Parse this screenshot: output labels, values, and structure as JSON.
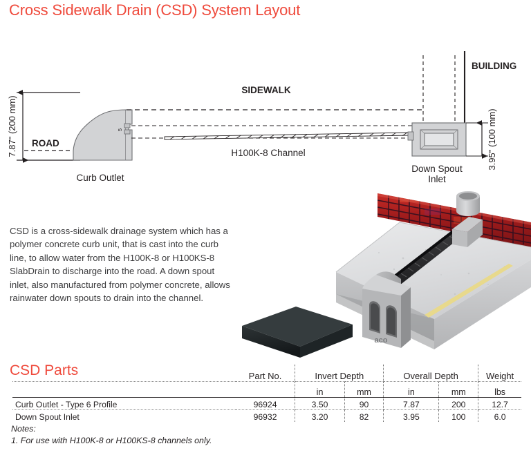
{
  "title": "Cross Sidewalk Drain (CSD) System Layout",
  "colors": {
    "accent_red": "#ef4a3c",
    "text": "#231f20",
    "concrete_gray": "#d2d3d5",
    "brick_red": "#b41f20"
  },
  "schematic": {
    "left_dimension": "7.87\" (200 mm)",
    "right_dimension": "3.95\" (100 mm)",
    "road_label": "ROAD",
    "sidewalk_label": "SIDEWALK",
    "building_label": "BUILDING",
    "channel_label": "H100K-8 Channel",
    "curb_outlet_label": "Curb Outlet",
    "downspout_label_line1": "Down Spout",
    "downspout_label_line2": "Inlet",
    "inner_dimension": "5"
  },
  "description": "CSD is a cross-sidewalk drainage system which has a polymer concrete curb unit, that is cast into the curb line, to allow water from the H100K-8 or H100KS-8 SlabDrain to discharge into the road. A down spout inlet, also manufactured from polymer concrete, allows rainwater down spouts to drain into the channel.",
  "render": {
    "brand_mark": "aco"
  },
  "parts": {
    "heading": "CSD Parts",
    "headers": {
      "name": "",
      "part_no": "Part No.",
      "invert_depth": "Invert Depth",
      "overall_depth": "Overall Depth",
      "weight": "Weight"
    },
    "units": {
      "invert_in": "in",
      "invert_mm": "mm",
      "overall_in": "in",
      "overall_mm": "mm",
      "weight_lbs": "lbs"
    },
    "rows": [
      {
        "name": "Curb Outlet - Type 6 Profile",
        "part_no": "96924",
        "invert_in": "3.50",
        "invert_mm": "90",
        "overall_in": "7.87",
        "overall_mm": "200",
        "weight_lbs": "12.7"
      },
      {
        "name": "Down Spout Inlet",
        "part_no": "96932",
        "invert_in": "3.20",
        "invert_mm": "82",
        "overall_in": "3.95",
        "overall_mm": "100",
        "weight_lbs": "6.0"
      }
    ]
  },
  "notes": {
    "label": "Notes:",
    "items": [
      "1. For use with H100K-8 or H100KS-8 channels only."
    ]
  }
}
